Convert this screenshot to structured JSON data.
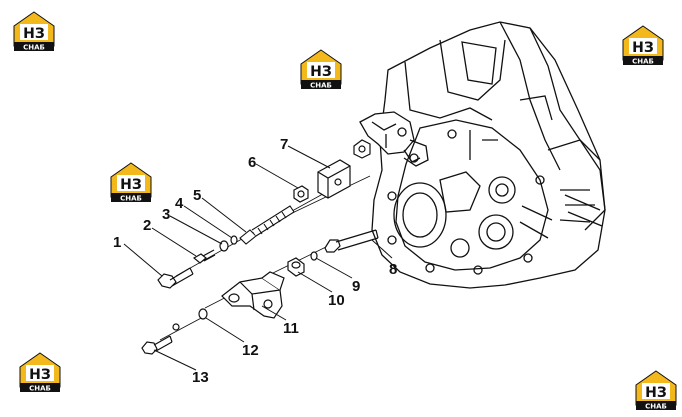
{
  "watermark": {
    "letters": "НЗ",
    "tagline": "СНАБ",
    "accent": "#f2b81c",
    "ink": "#111111"
  },
  "diagram": {
    "callouts": [
      "1",
      "2",
      "3",
      "4",
      "5",
      "6",
      "7",
      "8",
      "9",
      "10",
      "11",
      "12",
      "13"
    ]
  }
}
